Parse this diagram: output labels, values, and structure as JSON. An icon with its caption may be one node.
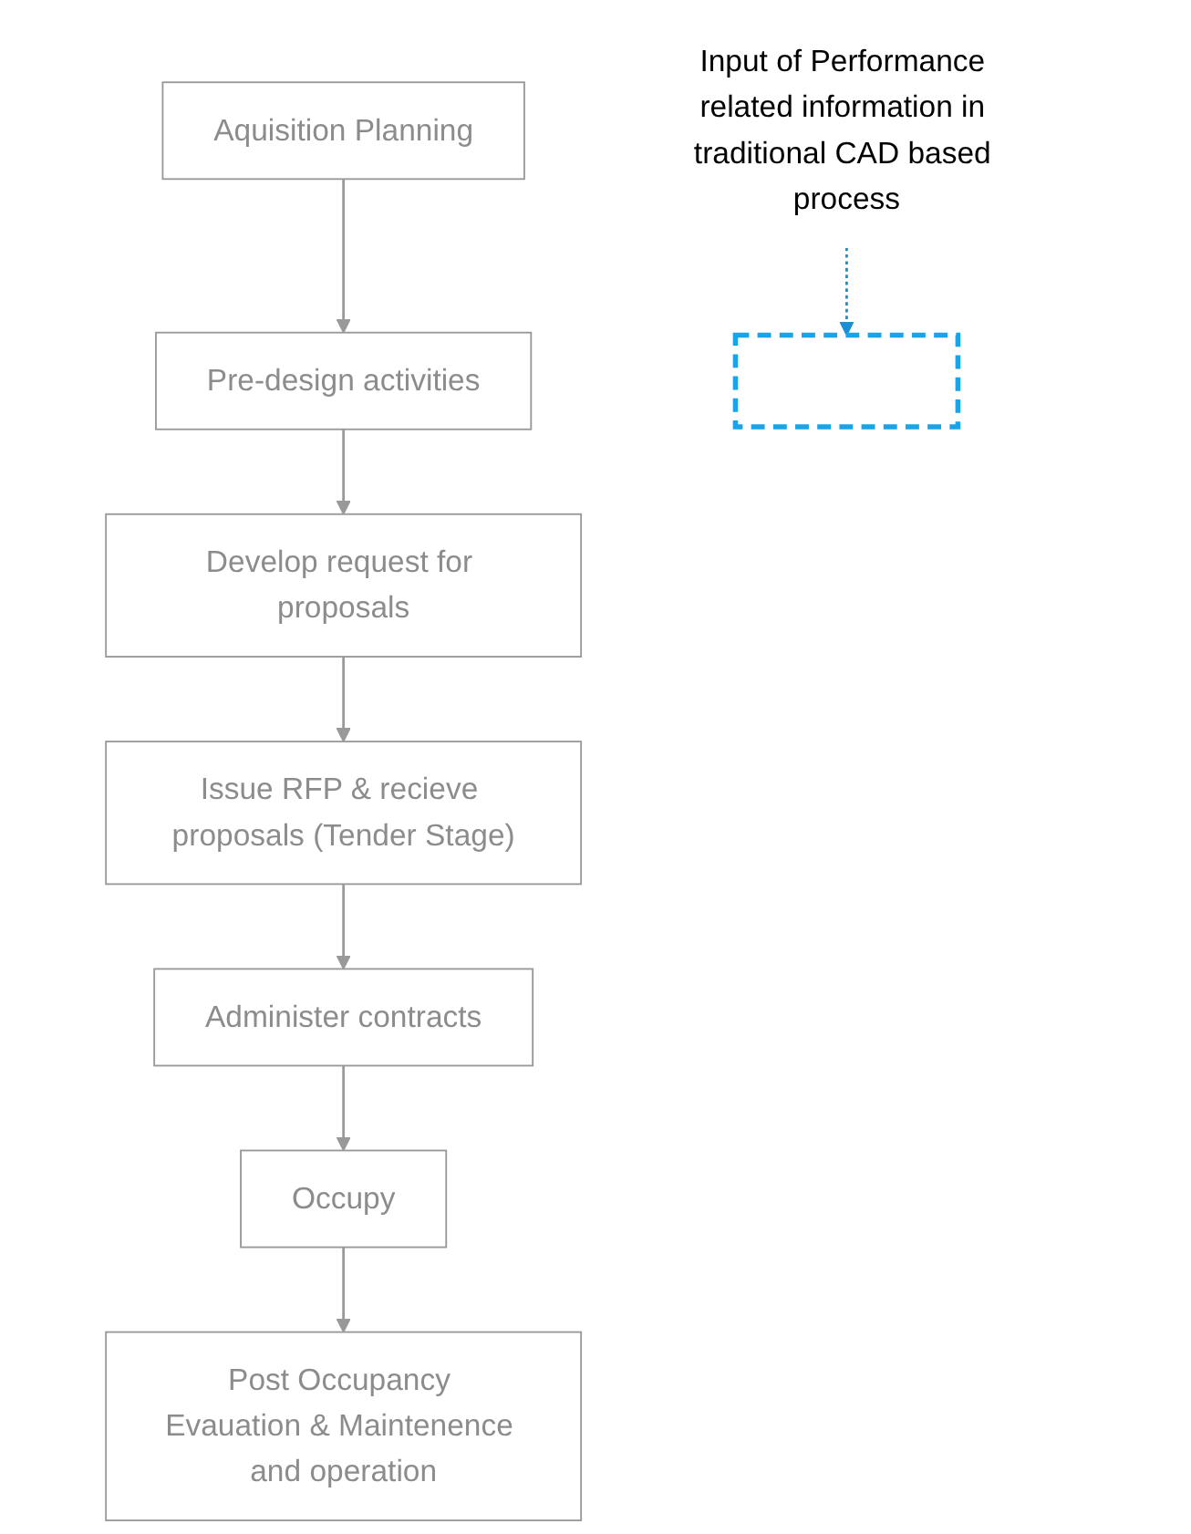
{
  "diagram": {
    "nodes": [
      {
        "text": [
          "Aquisition Planning"
        ]
      },
      {
        "text": [
          "Pre-design activities"
        ]
      },
      {
        "text": [
          "Develop request for proposals"
        ]
      },
      {
        "text": [
          "Issue RFP & recieve proposals (Tender Stage)"
        ]
      },
      {
        "text": [
          "Administer contracts"
        ]
      },
      {
        "text": [
          "Occupy"
        ]
      },
      {
        "text": [
          "Post Occupancy Evauation & Maintenence and operation"
        ]
      },
      {
        "text": [],
        "shape": "box"
      },
      {
        "text": [
          "Input of Performance related information in traditional CAD based process"
        ]
      }
    ],
    "edges": [
      {
        "from": 0,
        "to": 1,
        "arrow": "to"
      },
      {
        "from": 1,
        "to": 2,
        "arrow": "to"
      },
      {
        "from": 2,
        "to": 3,
        "arrow": "to"
      },
      {
        "from": 3,
        "to": 4,
        "arrow": "to"
      },
      {
        "from": 4,
        "to": 5,
        "arrow": "to"
      },
      {
        "from": 5,
        "to": 6,
        "arrow": "to"
      },
      {
        "from": 8,
        "to": 7,
        "arrow": "to",
        "style": "dashed",
        "color": "#1a8fd6"
      }
    ]
  }
}
